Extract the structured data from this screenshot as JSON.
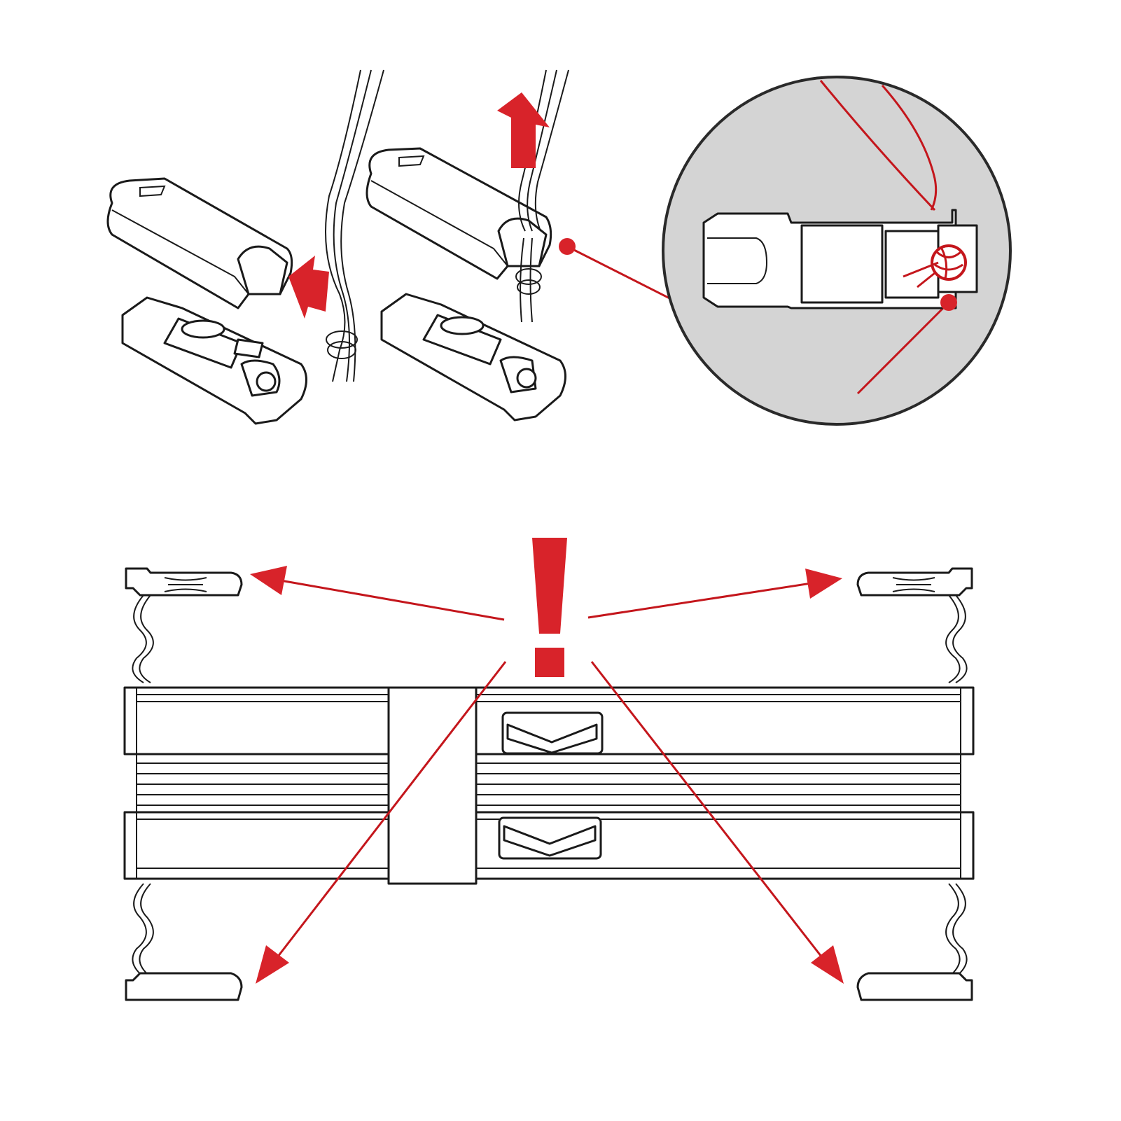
{
  "diagram": {
    "panels": [
      {
        "id": "top",
        "subject": "cord-end-cap-assembly"
      },
      {
        "id": "bottom",
        "subject": "blind-end-caps-warning"
      }
    ],
    "icons": [
      "arrow-left-icon",
      "arrow-up-icon",
      "exclamation-icon",
      "magnifier-circle-icon"
    ],
    "colors": {
      "accent_red": "#d8232a",
      "line_red": "#c4161c",
      "outline": "#1a1a1a",
      "detail_bg": "#d4d4d4",
      "background": "#ffffff"
    }
  }
}
